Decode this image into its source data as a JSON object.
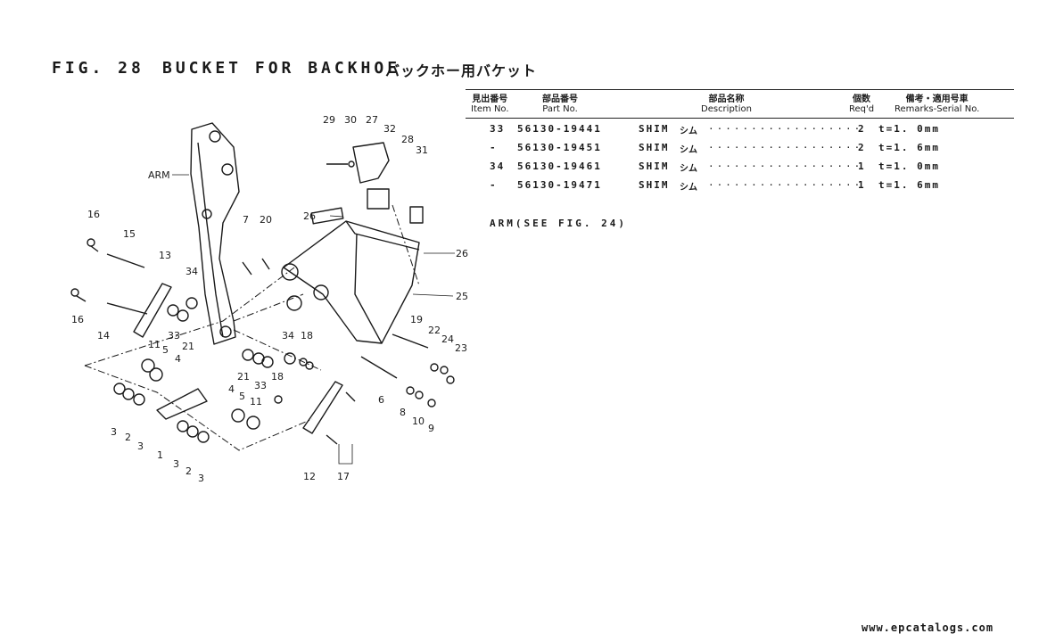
{
  "header": {
    "fig_label": "FIG. 28",
    "title": "BUCKET FOR BACKHOE",
    "title_jp": "バックホー用バケット"
  },
  "table": {
    "columns": [
      {
        "jp": "見出番号",
        "en": "Item No."
      },
      {
        "jp": "部品番号",
        "en": "Part No."
      },
      {
        "jp": "部品名称",
        "en": "Description"
      },
      {
        "jp": "個数",
        "en": "Req'd"
      },
      {
        "jp": "備考・適用号車",
        "en": "Remarks-Serial No."
      }
    ],
    "rows": [
      {
        "item": "33",
        "part": "56130-19441",
        "desc": "SHIM",
        "desc_jp": "シム",
        "dots": "··················",
        "qty": "2",
        "remarks": "t=1. 0mm"
      },
      {
        "item": "-",
        "part": "56130-19451",
        "desc": "SHIM",
        "desc_jp": "シム",
        "dots": "··················",
        "qty": "2",
        "remarks": "t=1. 6mm"
      },
      {
        "item": "34",
        "part": "56130-19461",
        "desc": "SHIM",
        "desc_jp": "シム",
        "dots": "··················",
        "qty": "1",
        "remarks": "t=1. 0mm"
      },
      {
        "item": "-",
        "part": "56130-19471",
        "desc": "SHIM",
        "desc_jp": "シム",
        "dots": "··················",
        "qty": "1",
        "remarks": "t=1. 6mm"
      }
    ]
  },
  "arm_note": "ARM(SEE FIG. 24)",
  "diagram": {
    "arm_label": "ARM",
    "callouts": [
      "29",
      "30",
      "27",
      "32",
      "28",
      "31",
      "26",
      "26",
      "25",
      "16",
      "15",
      "13",
      "34",
      "7",
      "20",
      "16",
      "14",
      "33",
      "21",
      "11",
      "5",
      "4",
      "3",
      "2",
      "3",
      "1",
      "3",
      "2",
      "3",
      "4",
      "5",
      "11",
      "21",
      "33",
      "18",
      "34",
      "18",
      "19",
      "22",
      "24",
      "23",
      "6",
      "8",
      "10",
      "9",
      "12",
      "17"
    ]
  },
  "footer": "www.epcatalogs.com"
}
